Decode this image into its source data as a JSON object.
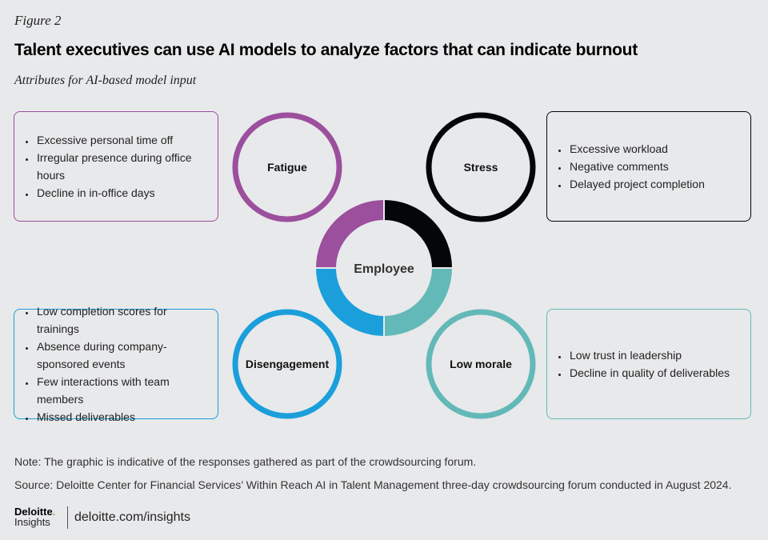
{
  "figure_label": "Figure 2",
  "title": "Talent executives can use AI models to analyze factors that can indicate burnout",
  "subtitle": "Attributes for AI-based model input",
  "center": {
    "label": "Employee"
  },
  "factors": [
    {
      "label": "Fatigue",
      "color": "#9c4f9d",
      "items": [
        "Excessive personal time off",
        "Irregular presence during office hours",
        "Decline in in-office days"
      ]
    },
    {
      "label": "Stress",
      "color": "#050607",
      "items": [
        "Excessive workload",
        "Negative comments",
        "Delayed project completion"
      ]
    },
    {
      "label": "Disengagement",
      "color": "#1a9fdb",
      "items": [
        "Low completion scores for trainings",
        "Absence during company-sponsored events",
        "Few interactions with team members",
        "Missed deliverables"
      ]
    },
    {
      "label": "Low morale",
      "color": "#63b9b7",
      "items": [
        "Low trust in leadership",
        "Decline in quality of deliverables"
      ]
    }
  ],
  "note": "Note: The graphic is indicative of the responses gathered as part of the crowdsourcing forum.",
  "source": "Source: Deloitte Center for Financial Services’ Within Reach AI in Talent Management three-day crowdsourcing forum conducted in August 2024.",
  "footer": {
    "logo_top": "Deloitte",
    "logo_dot": ".",
    "logo_bottom": "Insights",
    "url": "deloitte.com/insights"
  }
}
